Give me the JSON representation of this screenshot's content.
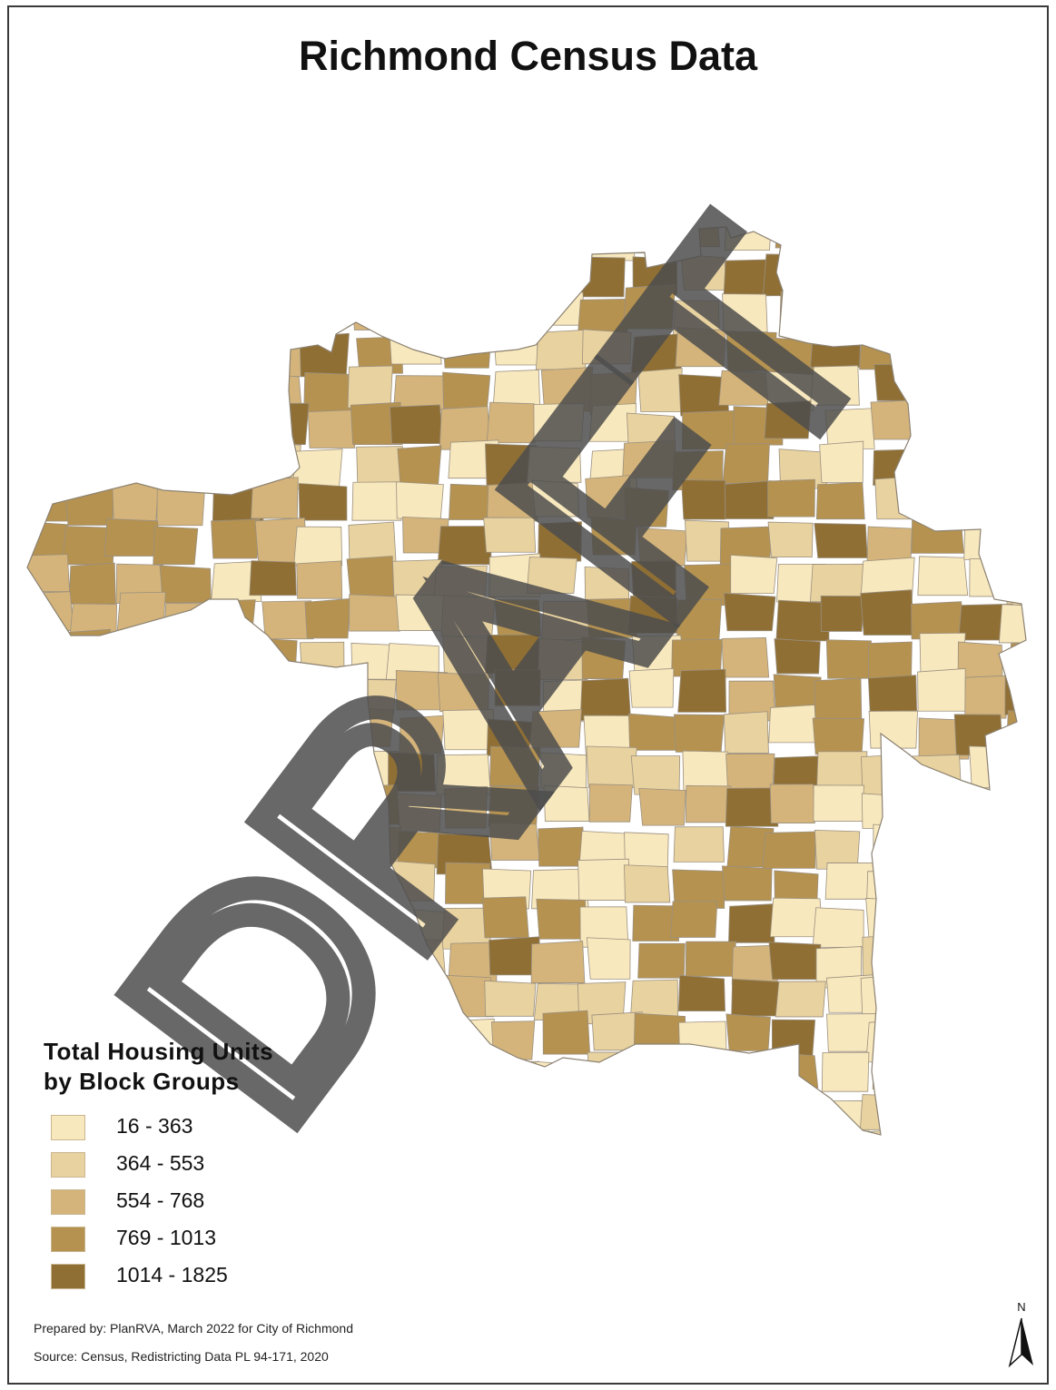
{
  "map": {
    "title": "Richmond Census Data",
    "watermark": "DRAFT",
    "legend": {
      "title_line1": "Total Housing Units",
      "title_line2": "by Block Groups",
      "classes": [
        {
          "label": "16 - 363",
          "color": "#f8e8bd"
        },
        {
          "label": "364 - 553",
          "color": "#e8d29f"
        },
        {
          "label": "554 - 768",
          "color": "#d4b47a"
        },
        {
          "label": "769 - 1013",
          "color": "#b5924f"
        },
        {
          "label": "1014 - 1825",
          "color": "#8f6f34"
        }
      ]
    },
    "credits": {
      "prepared_by": "Prepared by: PlanRVA, March 2022 for City of Richmond",
      "source": "Source: Census, Redistricting Data PL 94-171, 2020"
    },
    "north_arrow": {
      "label": "N",
      "icon": "north-arrow-icon"
    },
    "colors": {
      "boundary_stroke": "#9b9080",
      "watermark_fill": "#4d4d4d",
      "frame": "#3a3a3a"
    }
  }
}
